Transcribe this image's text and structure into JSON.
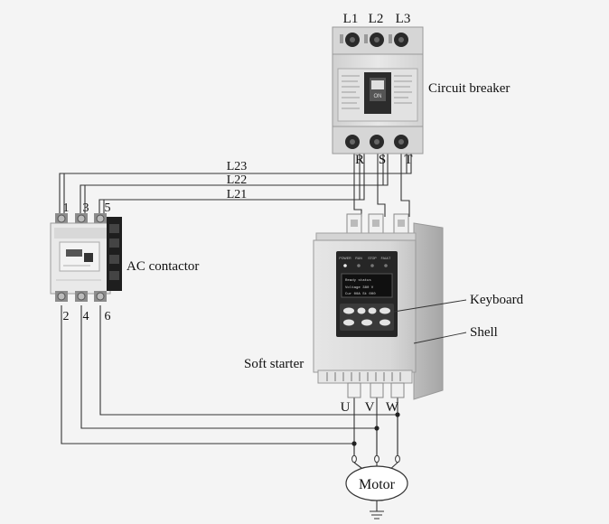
{
  "breaker": {
    "label": "Circuit breaker",
    "inputs": [
      "L1",
      "L2",
      "L3"
    ],
    "outputs": [
      "R",
      "S",
      "T"
    ],
    "face_text": "ON"
  },
  "lines": {
    "l23": "L23",
    "l22": "L22",
    "l21": "L21"
  },
  "contactor": {
    "label": "AC contactor",
    "top_terminals": [
      "1",
      "3",
      "5"
    ],
    "bottom_terminals": [
      "2",
      "4",
      "6"
    ]
  },
  "soft_starter": {
    "label": "Soft starter",
    "keyboard_label": "Keyboard",
    "shell_label": "Shell",
    "outputs": [
      "U",
      "V",
      "W"
    ],
    "leds": [
      "POWER",
      "RUN",
      "STOP",
      "FAULT"
    ],
    "display_line1": "Ready status",
    "display_line2": "Voltage   380 V",
    "display_line3": "Cur 00A St 000"
  },
  "motor": {
    "label": "Motor"
  },
  "colors": {
    "background": "#f4f4f4",
    "wire": "#333333",
    "device_body": "#dcdcdc",
    "device_dark": "#1e1e1e",
    "text": "#111111"
  }
}
